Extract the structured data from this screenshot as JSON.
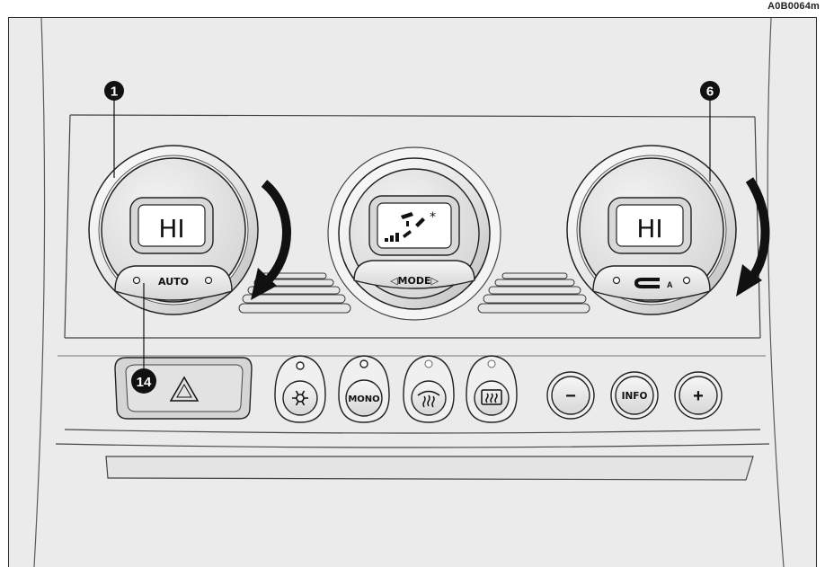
{
  "figure_code": "A0B0064m",
  "callouts": {
    "left_knob": "1",
    "right_knob": "6",
    "auto_button": "14"
  },
  "left_knob": {
    "display": "HI",
    "button_label": "AUTO"
  },
  "center_knob": {
    "button_label": "◁MODE▷"
  },
  "right_knob": {
    "display": "HI",
    "button_suffix": "A"
  },
  "buttons": {
    "mono": "MONO",
    "minus": "−",
    "info": "INFO",
    "plus": "+"
  },
  "icons": {
    "hazard": "hazard-triangle-icon",
    "ac": "snowflake-icon",
    "front_defrost": "windscreen-defrost-icon",
    "rear_defrost": "rear-window-defrost-icon",
    "air_distribution": "airflow-distribution-icon",
    "recirculation": "air-recirculation-icon"
  }
}
